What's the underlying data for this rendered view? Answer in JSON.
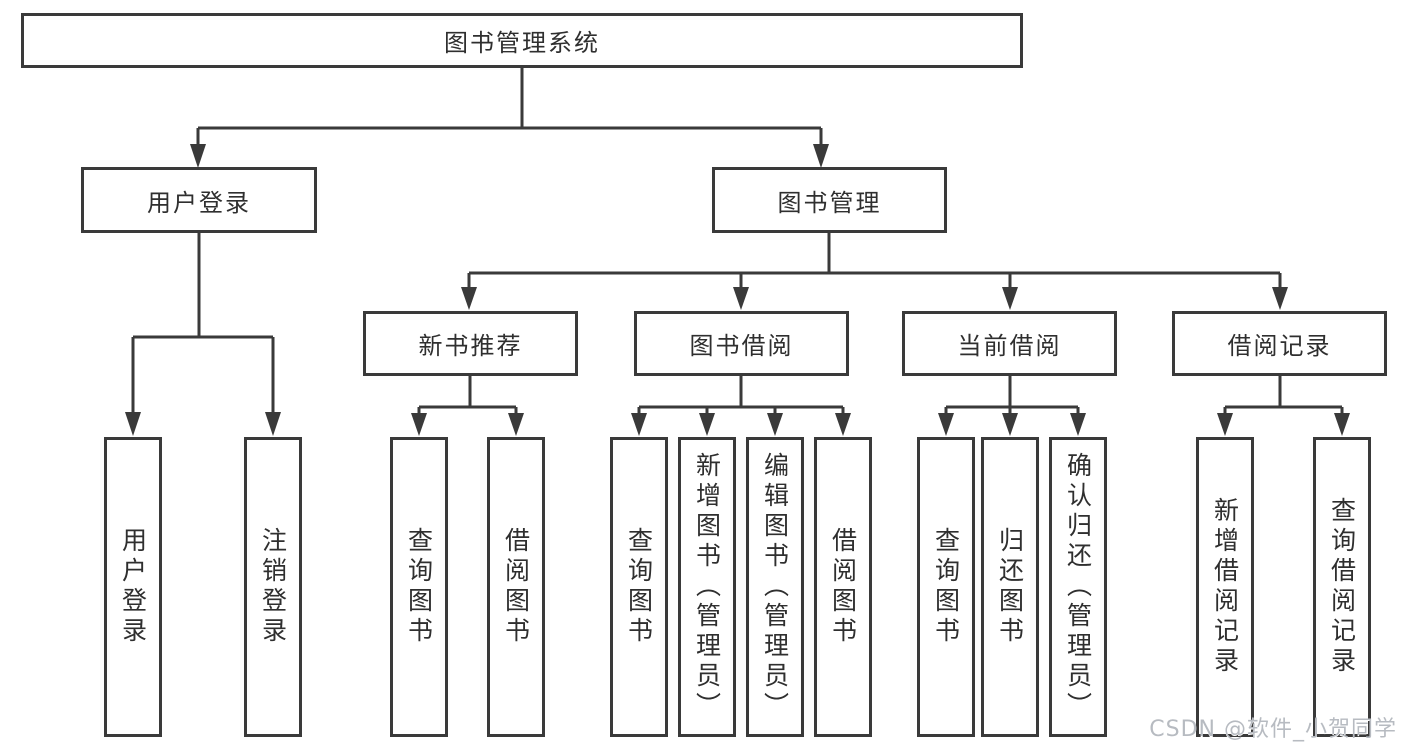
{
  "diagram": {
    "title": "图书管理系统",
    "tree": {
      "root": {
        "label": "图书管理系统",
        "children": [
          {
            "label": "用户登录",
            "children": [
              {
                "label": "用户登录"
              },
              {
                "label": "注销登录"
              }
            ]
          },
          {
            "label": "图书管理",
            "children": [
              {
                "label": "新书推荐",
                "children": [
                  {
                    "label": "查询图书"
                  },
                  {
                    "label": "借阅图书"
                  }
                ]
              },
              {
                "label": "图书借阅",
                "children": [
                  {
                    "label": "查询图书"
                  },
                  {
                    "label": "新增图书（管理员）"
                  },
                  {
                    "label": "编辑图书（管理员）"
                  },
                  {
                    "label": "借阅图书"
                  }
                ]
              },
              {
                "label": "当前借阅",
                "children": [
                  {
                    "label": "查询图书"
                  },
                  {
                    "label": "归还图书"
                  },
                  {
                    "label": "确认归还（管理员）"
                  }
                ]
              },
              {
                "label": "借阅记录",
                "children": [
                  {
                    "label": "新增借阅记录"
                  },
                  {
                    "label": "查询借阅记录"
                  }
                ]
              }
            ]
          }
        ]
      }
    },
    "colors": {
      "line": "#3a3a3a",
      "box_border": "#3a3a3a",
      "text": "#2f2f2f",
      "background": "#ffffff",
      "watermark": "#b7bbc1"
    }
  },
  "watermark": {
    "text": "CSDN @软件_小贺同学"
  }
}
